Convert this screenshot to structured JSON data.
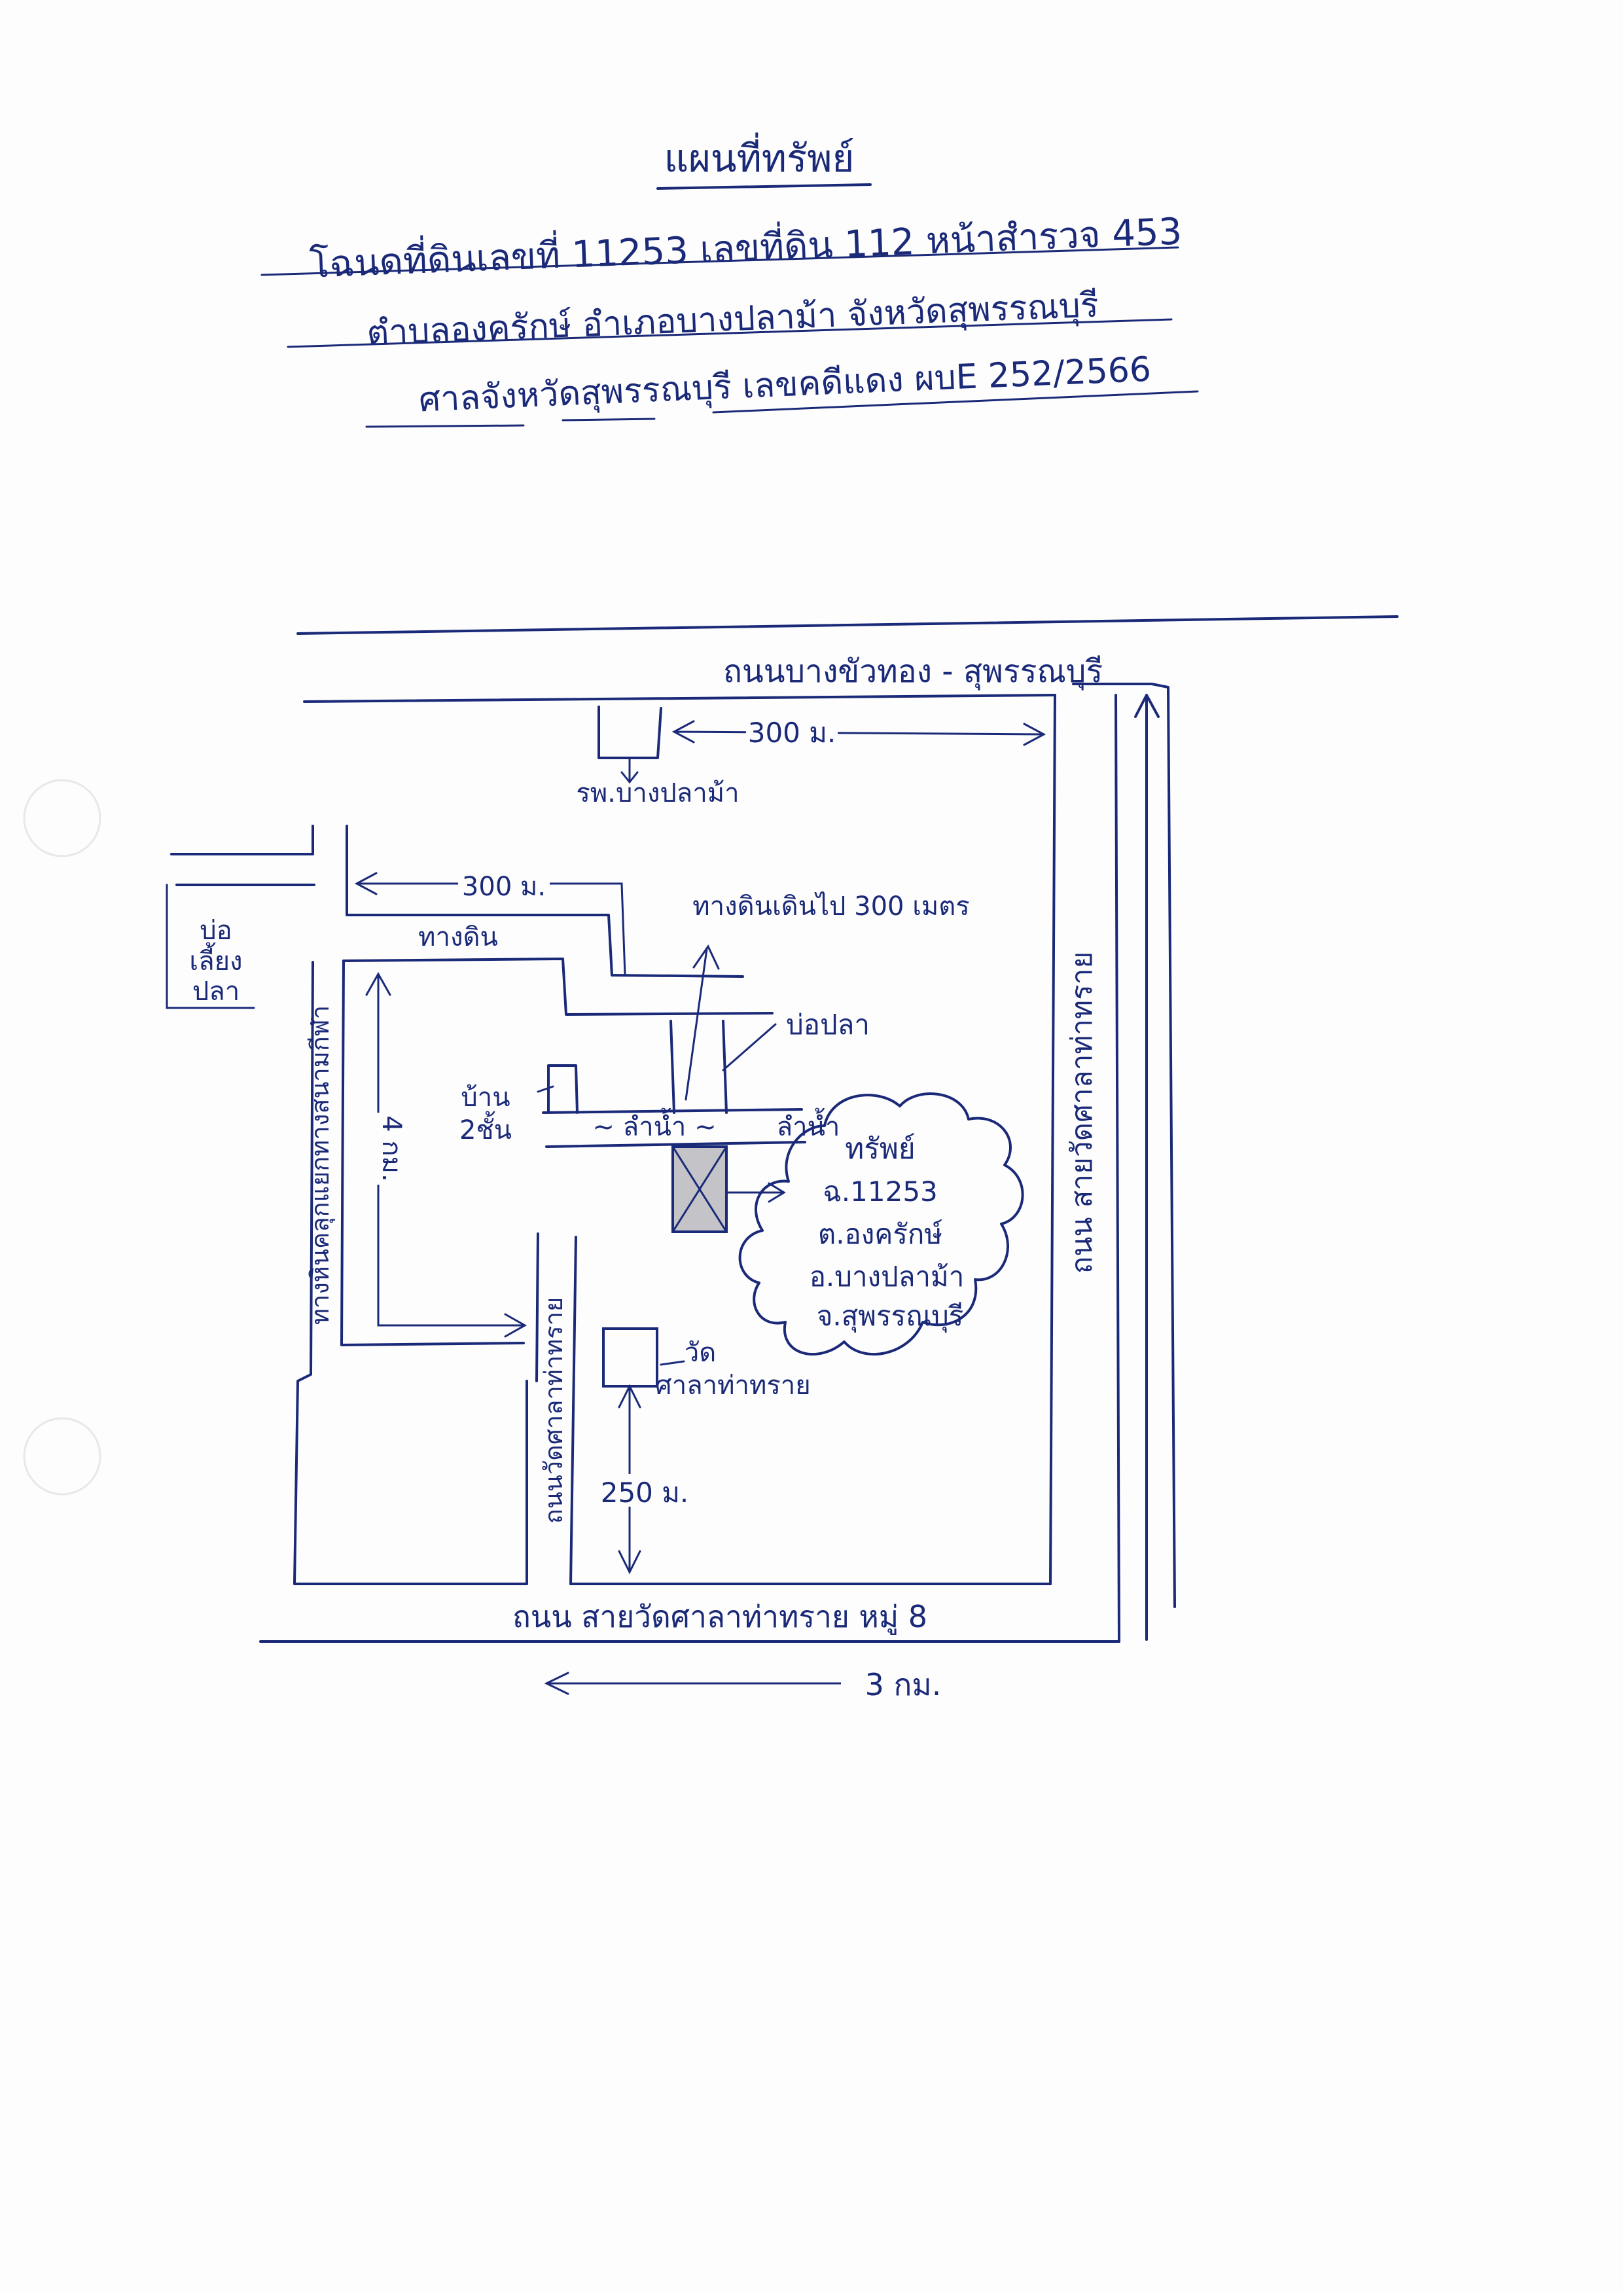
{
  "header": {
    "title": "แผนที่ทรัพย์",
    "line1": "โฉนดที่ดินเลขที่ 11253 เลขที่ดิน 112 หน้าสำรวจ 453",
    "line2": "ตำบลองครักษ์ อำเภอบางปลาม้า จังหวัดสุพรรณบุรี",
    "line3": "ศาลจังหวัดสุพรรณบุรี เลขคดีแดง ผบE 252/2566"
  },
  "map": {
    "road_top": "ถนนบางขัวทอง - สุพรรณบุรี",
    "road_right": "ถนน สายวัดศาลาท่าทราย",
    "road_bottom": "ถนน สายวัดศาลาท่าทราย หมู่ 8",
    "road_left_vertical": "ทางหินคลุกแยกทางสนามกีฬา",
    "road_center_vertical": "ถนนวัดศาลาท่าทราย",
    "hospital": "รพ.บางปลาม้า",
    "dist_hospital": "300 ม.",
    "dist_left": "300 ม.",
    "dirt_road": "ทางดิน",
    "dirt_road_note": "ทางดินเดินไป 300 เมตร",
    "fish_pond_left": [
      "บ่อ",
      "เลี้ยง",
      "ปลา"
    ],
    "fish_pond": "บ่อปลา",
    "house": [
      "บ้าน",
      "2ชั้น"
    ],
    "canal_1": "~ ลำน้ำ ~",
    "canal_2": "ลำน้ำ",
    "dist_vertical": "4 กม.",
    "temple": [
      "วัด",
      "ศาลาท่าทราย"
    ],
    "dist_temple": "250 ม.",
    "dist_bottom": "3 กม.",
    "property_cloud": [
      "ทรัพย์",
      "ฉ.11253",
      "ต.องครักษ์",
      "อ.บางปลาม้า",
      "จ.สุพรรณบุรี"
    ]
  },
  "colors": {
    "ink": "#1b2a78",
    "property_fill": "#c4c4c8",
    "paper": "#fdfdfd"
  }
}
